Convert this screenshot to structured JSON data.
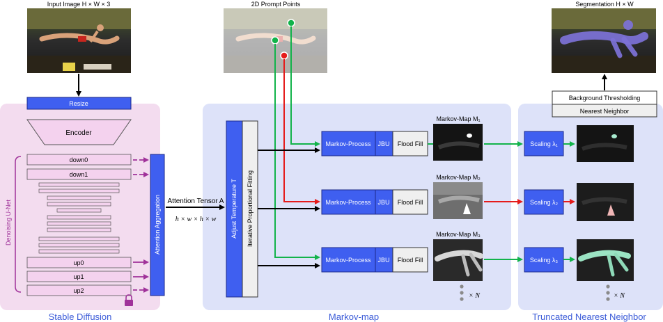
{
  "colors": {
    "sd_panel": "#f3dcef",
    "mm_panel": "#dde2f9",
    "tnn_panel": "#dde2f9",
    "blue_box": "#3f5ff0",
    "pink_box": "#f4d2ee",
    "purple": "#a0329a",
    "green": "#12b34a",
    "red": "#e51b1b",
    "section_label": "#3b5bd8"
  },
  "sections": {
    "stable_diffusion": "Stable Diffusion",
    "markov_map": "Markov-map",
    "tnn": "Truncated Nearest Neighbor"
  },
  "images": {
    "input": "Input Image H × W × 3",
    "prompt": "2D Prompt Points",
    "segmentation": "Segmentation H × W"
  },
  "sd": {
    "resize": "Resize",
    "encoder": "Encoder",
    "unet_label": "Denoising U-Net",
    "down0": "down0",
    "down1": "down1",
    "up0": "up0",
    "up1": "up1",
    "up2": "up2",
    "attention_aggregation": "Attention Aggregation",
    "lock_icon": "lock-icon"
  },
  "tensor": {
    "label": "Attention Tensor A",
    "dims": "h × w × h × w"
  },
  "mm": {
    "adjust_temp": "Adjust Temperature T",
    "ipf": "Iterative Proportional Fitting",
    "rows": [
      {
        "process": "Markov-Process",
        "jbu": "JBU",
        "fill": "Flood Fill",
        "map_title": "Markov-Map M₁"
      },
      {
        "process": "Markov-Process",
        "jbu": "JBU",
        "fill": "Flood Fill",
        "map_title": "Markov-Map M₂"
      },
      {
        "process": "Markov-Process",
        "jbu": "JBU",
        "fill": "Flood Fill",
        "map_title": "Markov-Map M₃"
      }
    ],
    "more": "× N"
  },
  "tnn": {
    "bg_threshold": "Background Thresholding",
    "nearest_neighbor": "Nearest Neighbor",
    "scalings": [
      "Scaling λ₁",
      "Scaling λ₂",
      "Scaling λ₃"
    ],
    "more": "× N"
  }
}
